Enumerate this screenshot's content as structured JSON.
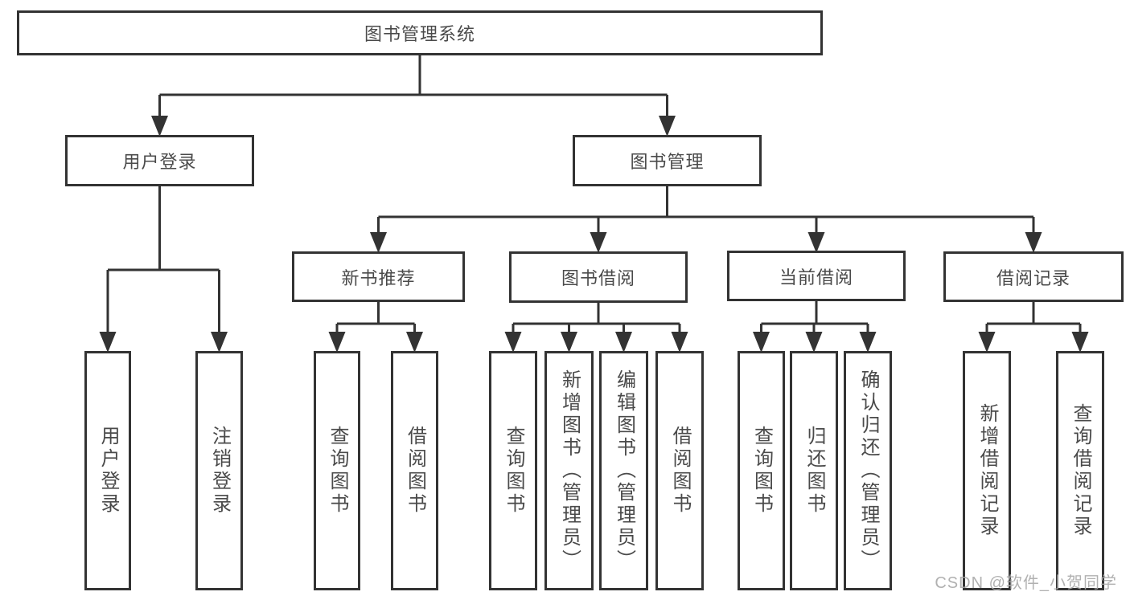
{
  "colors": {
    "line": "#333333",
    "box_border": "#333333",
    "text": "#4a4a4a",
    "watermark": "#a9a9a9",
    "background": "#ffffff"
  },
  "tree": {
    "root": "图书管理系统",
    "children": [
      {
        "label": "用户登录",
        "children": [
          {
            "label": "用户登录"
          },
          {
            "label": "注销登录"
          }
        ]
      },
      {
        "label": "图书管理",
        "children": [
          {
            "label": "新书推荐",
            "children": [
              {
                "label": "查询图书"
              },
              {
                "label": "借阅图书"
              }
            ]
          },
          {
            "label": "图书借阅",
            "children": [
              {
                "label": "查询图书"
              },
              {
                "label": "新增图书（管理员）"
              },
              {
                "label": "编辑图书（管理员）"
              },
              {
                "label": "借阅图书"
              }
            ]
          },
          {
            "label": "当前借阅",
            "children": [
              {
                "label": "查询图书"
              },
              {
                "label": "归还图书"
              },
              {
                "label": "确认归还（管理员）"
              }
            ]
          },
          {
            "label": "借阅记录",
            "children": [
              {
                "label": "新增借阅记录"
              },
              {
                "label": "查询借阅记录"
              }
            ]
          }
        ]
      }
    ]
  },
  "watermark": "CSDN @软件_小贺同学"
}
